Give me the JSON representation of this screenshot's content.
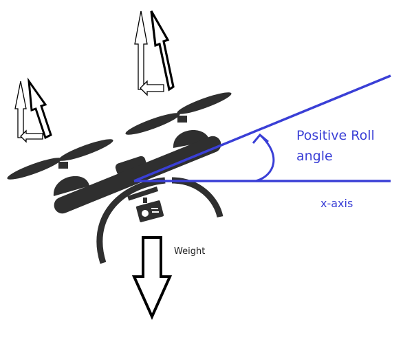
{
  "labels": {
    "roll_line1": "Positive Roll",
    "roll_line2": "angle",
    "x_axis": "x-axis",
    "weight": "Weight"
  },
  "colors": {
    "accent": "#3a3fd6",
    "drone": "#2f2f2f"
  },
  "icons": [
    "drone-icon",
    "thrust-arrow-icon",
    "weight-arrow-icon",
    "roll-angle-arc-icon"
  ]
}
